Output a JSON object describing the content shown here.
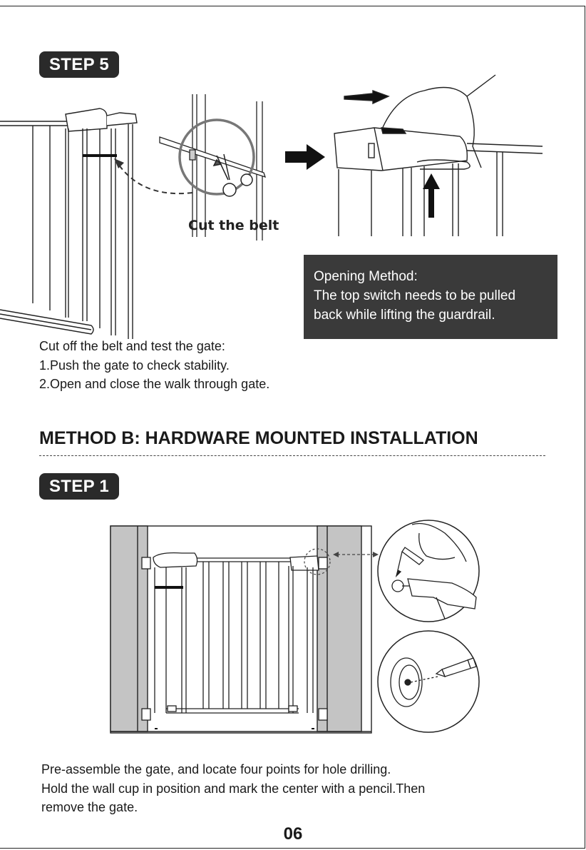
{
  "step5": {
    "badge": "STEP 5",
    "cut_label": "Cut the belt",
    "info_lines": [
      "Opening Method:",
      "The top switch needs to be pulled",
      "back while lifting the guardrail."
    ],
    "instruction_lines": [
      "Cut off the belt and test the gate:",
      "1.Push the gate to check stability.",
      "2.Open and close the walk through gate."
    ]
  },
  "method_b": {
    "title": "METHOD B: HARDWARE MOUNTED INSTALLATION"
  },
  "step1": {
    "badge": "STEP 1",
    "instruction_lines": [
      "Pre-assemble the gate, and locate four points for hole drilling.",
      "Hold the wall cup in position and mark the center with a pencil.Then",
      "remove the gate."
    ]
  },
  "page_number": "06"
}
